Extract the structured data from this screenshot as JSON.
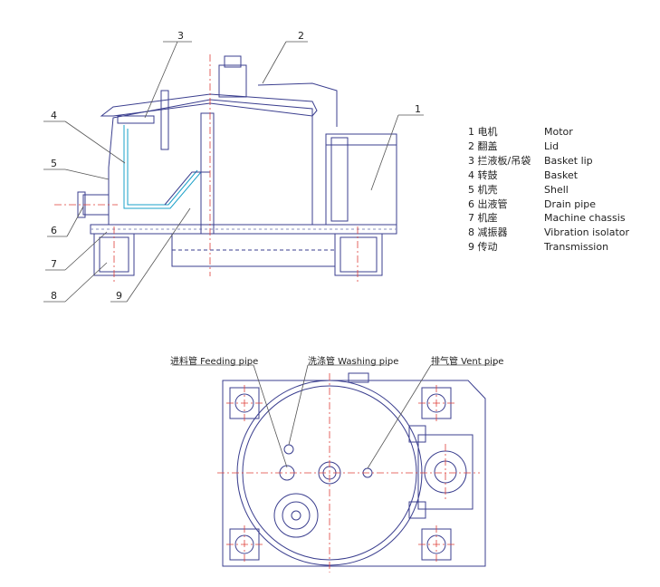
{
  "callouts": [
    "1",
    "2",
    "3",
    "4",
    "5",
    "6",
    "7",
    "8",
    "9"
  ],
  "legend": [
    {
      "cn": "1 电机",
      "en": "Motor"
    },
    {
      "cn": "2 翻盖",
      "en": "Lid"
    },
    {
      "cn": "3 拦液板/吊袋",
      "en": "Basket lip"
    },
    {
      "cn": "4 转鼓",
      "en": "Basket"
    },
    {
      "cn": "5 机壳",
      "en": "Shell"
    },
    {
      "cn": "6 出液管",
      "en": "Drain pipe"
    },
    {
      "cn": "7 机座",
      "en": "Machine chassis"
    },
    {
      "cn": "8 减振器",
      "en": "Vibration isolator"
    },
    {
      "cn": "9 传动",
      "en": "Transmission"
    }
  ],
  "top_view_labels": {
    "feeding": "进料管 Feeding pipe",
    "washing": "洗涤管 Washing pipe",
    "vent": "排气管 Vent pipe"
  },
  "colors": {
    "line": "#3b3f8f",
    "center": "#e0403a",
    "cyan": "#1aa0c8",
    "text": "#222222"
  }
}
